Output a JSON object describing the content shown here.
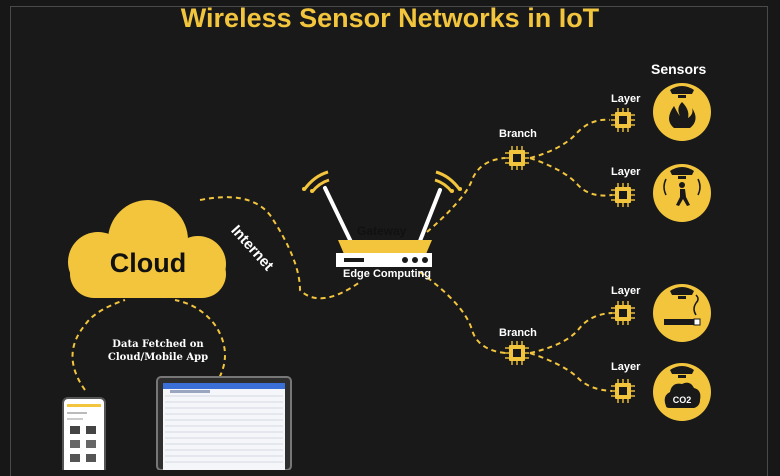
{
  "title": "Wireless Sensor Networks in IoT",
  "cloud": {
    "label": "Cloud"
  },
  "connection": {
    "label": "Internet"
  },
  "gateway": {
    "label": "Gateway",
    "sublabel": "Edge Computing"
  },
  "fetch_note": {
    "line1": "Data Fetched on",
    "line2": "Cloud/Mobile App"
  },
  "branches": [
    {
      "label": "Branch"
    },
    {
      "label": "Branch"
    }
  ],
  "layers": [
    {
      "label": "Layer"
    },
    {
      "label": "Layer"
    },
    {
      "label": "Layer"
    },
    {
      "label": "Layer"
    }
  ],
  "sensors": {
    "heading": "Sensors",
    "items": [
      {
        "icon": "fire-sensor-icon"
      },
      {
        "icon": "motion-sensor-icon"
      },
      {
        "icon": "smoke-sensor-icon"
      },
      {
        "icon": "co2-sensor-icon",
        "text": "CO2"
      }
    ]
  },
  "colors": {
    "accent": "#f2c53d",
    "background": "#191919",
    "text": "#ffffff"
  }
}
